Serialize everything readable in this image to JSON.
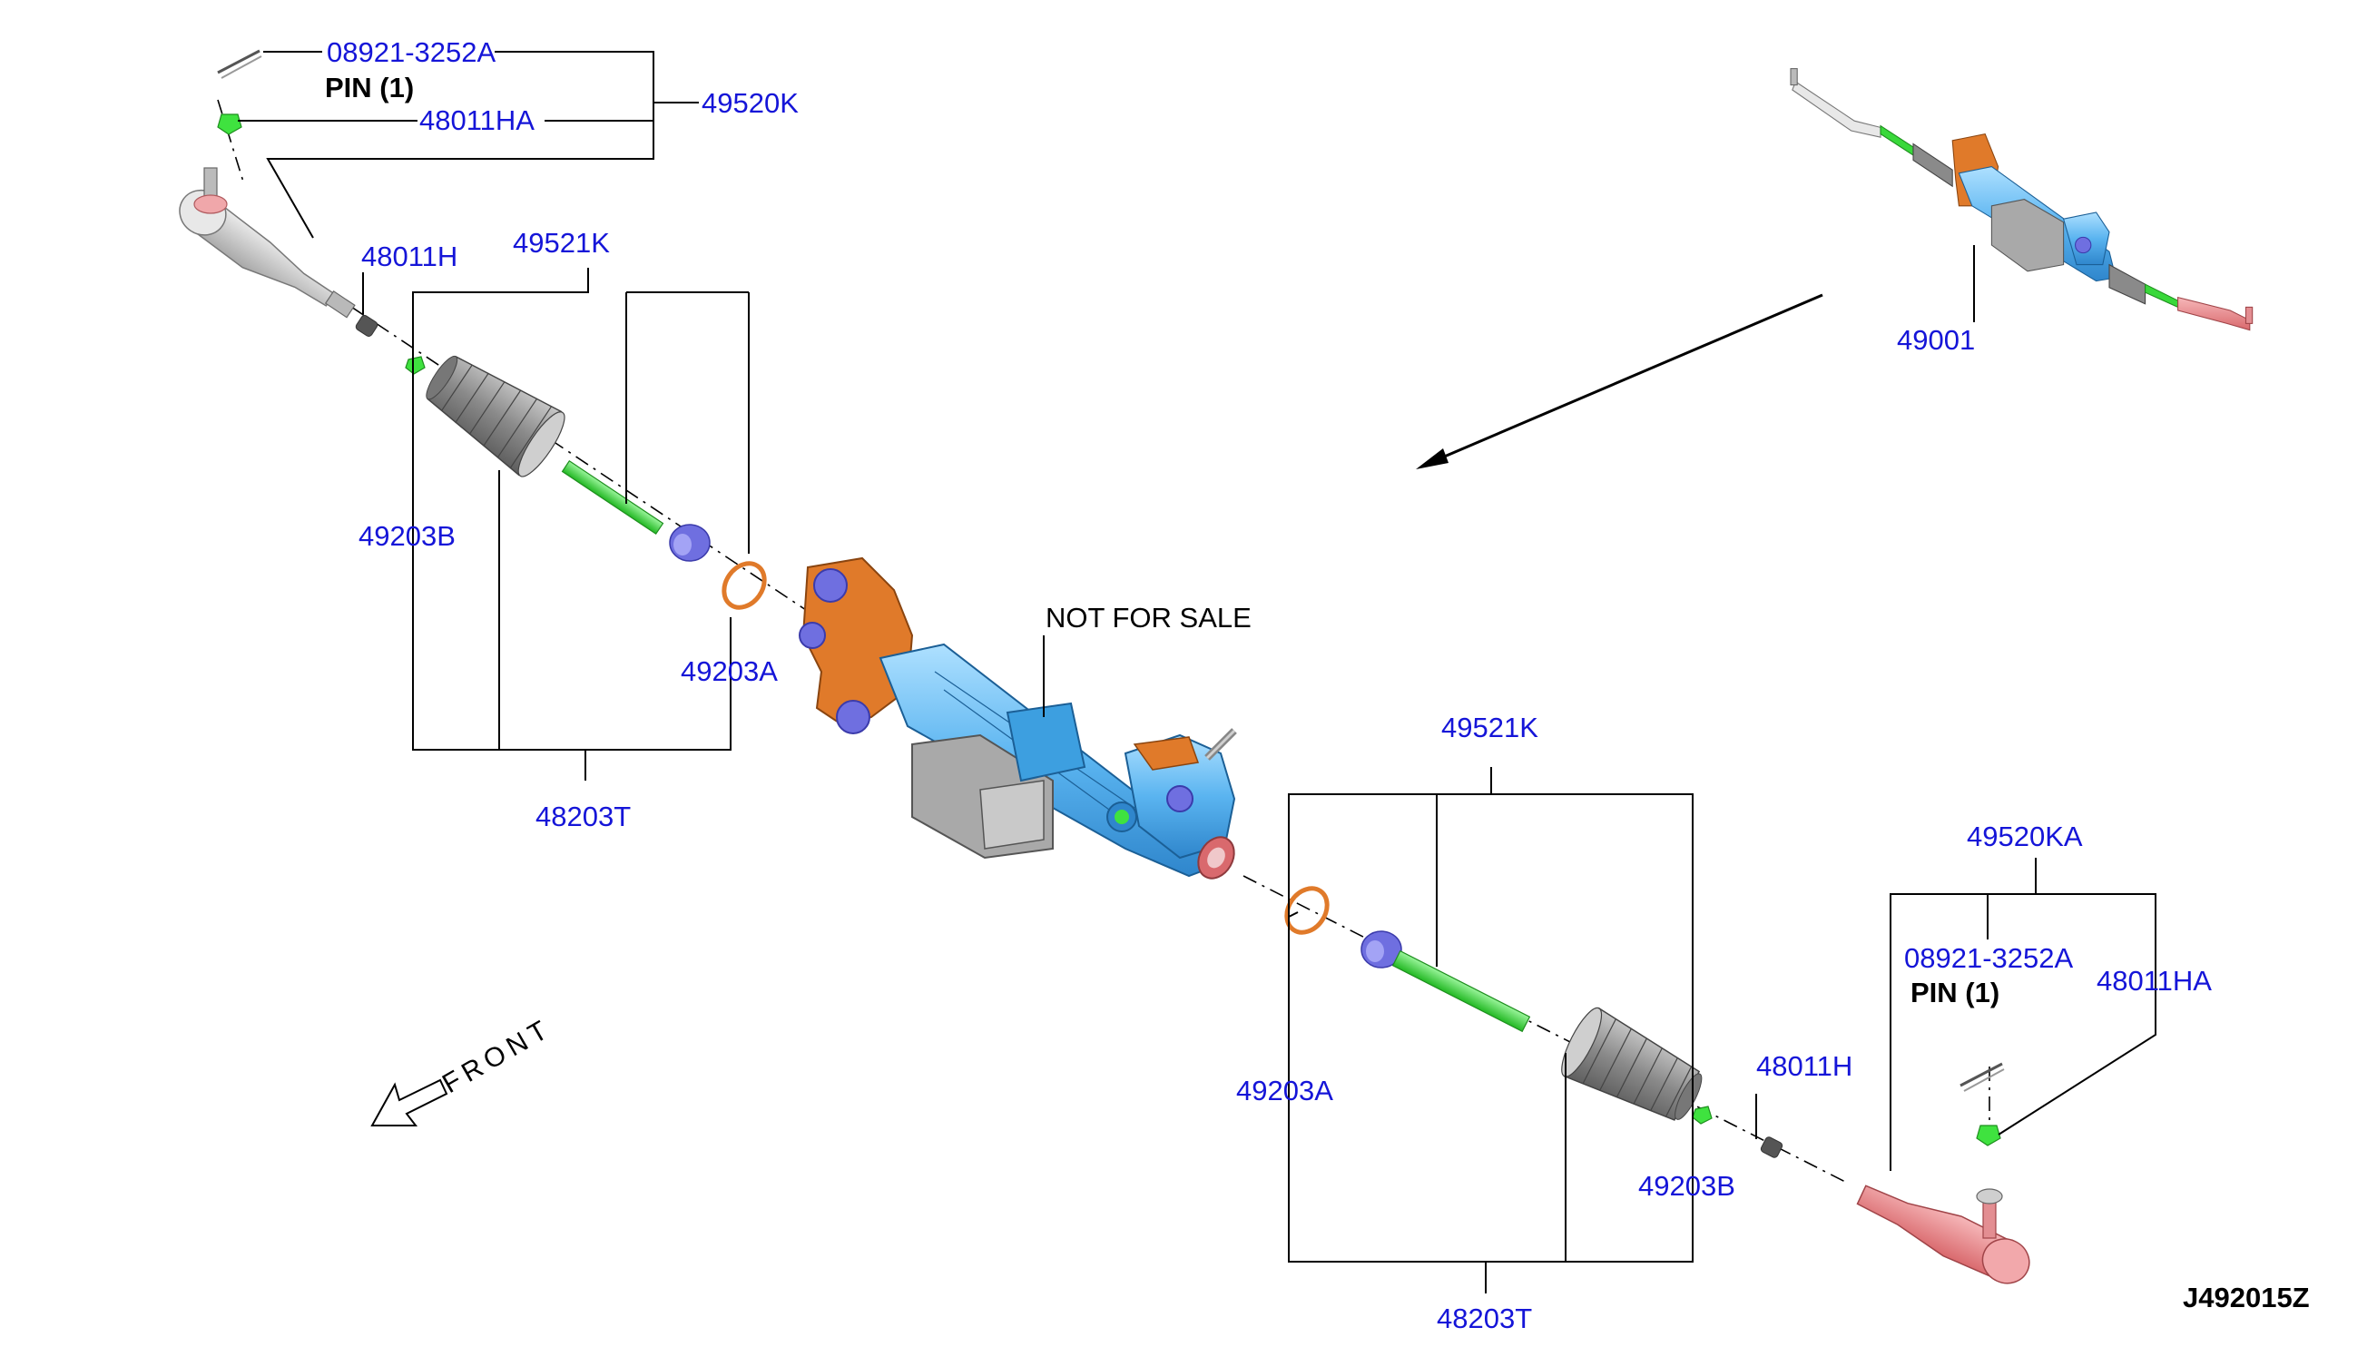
{
  "diagram": {
    "drawing_id": "J492015Z",
    "note_not_for_sale": "NOT FOR SALE",
    "front_label": "FRONT",
    "callouts": {
      "left_pin_part": "08921-3252A",
      "left_pin_note": "PIN (1)",
      "left_nut_ha": "48011HA",
      "left_tie_rod_end_assy": "49520K",
      "left_nut_h": "48011H",
      "left_repair_kit": "49521K",
      "left_clamp_b": "49203B",
      "left_clamp_a": "49203A",
      "left_boot_kit": "48203T",
      "right_repair_kit": "49521K",
      "right_clamp_a": "49203A",
      "right_nut_h": "48011H",
      "right_clamp_b": "49203B",
      "right_boot_kit": "48203T",
      "right_tie_rod_end_assy": "49520KA",
      "right_pin_part": "08921-3252A",
      "right_pin_note": "PIN (1)",
      "right_nut_ha": "48011HA",
      "gear_assy": "49001"
    },
    "colors": {
      "label_blue": "#1515d8",
      "housing_blue": "#5ab4f0",
      "bracket_orange": "#e07a2a",
      "rod_green": "#39d83a",
      "tie_end_left_gray": "#c9c9c9",
      "tie_end_right_pink": "#e8878a",
      "bushing_purple": "#6f6fe0",
      "motor_gray": "#9a9a9a"
    }
  }
}
